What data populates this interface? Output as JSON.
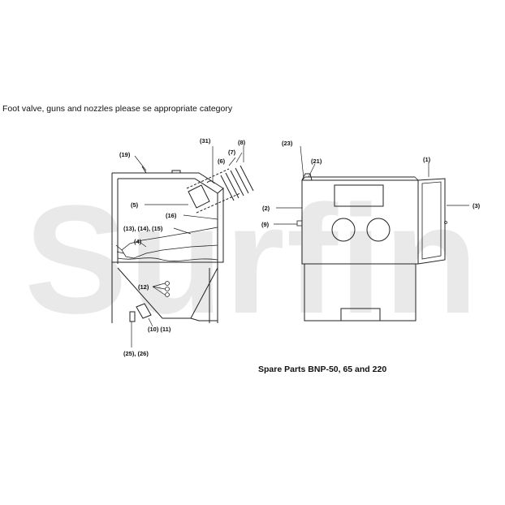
{
  "watermark": "Surfin",
  "note": "Foot valve, guns and nozzles please se appropriate category",
  "caption": "Spare Parts BNP-50, 65 and 220",
  "labels": {
    "l19": "(19)",
    "l31": "(31)",
    "l8": "(8)",
    "l7": "(7)",
    "l6": "(6)",
    "l5": "(5)",
    "l16": "(16)",
    "l13_14_15": "(13), (14), (15)",
    "l4": "(4)",
    "l12": "(12)",
    "l10_11": "(10) (11)",
    "l25_26": "(25), (26)",
    "l23": "(23)",
    "l21": "(21)",
    "l1": "(1)",
    "l2": "(2)",
    "l3": "(3)",
    "l9": "(9)"
  }
}
